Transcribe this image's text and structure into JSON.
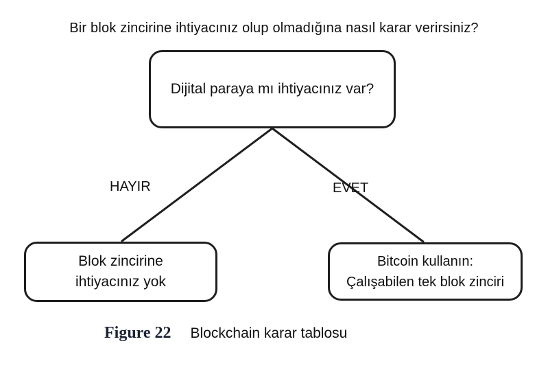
{
  "figure": {
    "question_title": "Bir blok zincirine ihtiyacınız olup olmadığına nasıl karar verirsiniz?",
    "root_node": {
      "text": "Dijital paraya mı ihtiyacınız var?"
    },
    "branches": {
      "left_label": "HAYIR",
      "right_label": "EVET"
    },
    "left_node": {
      "line1": "Blok zincirine",
      "line2": "ihtiyacınız yok"
    },
    "right_node": {
      "line1": "Bitcoin kullanın:",
      "line2": "Çalışabilen tek blok zinciri"
    },
    "caption": {
      "label": "Figure 22",
      "text": "Blockchain karar tablosu"
    },
    "colors": {
      "ink": "#1f1f1f",
      "text": "#111111",
      "caption_label": "#1d2434",
      "background": "#ffffff"
    }
  }
}
